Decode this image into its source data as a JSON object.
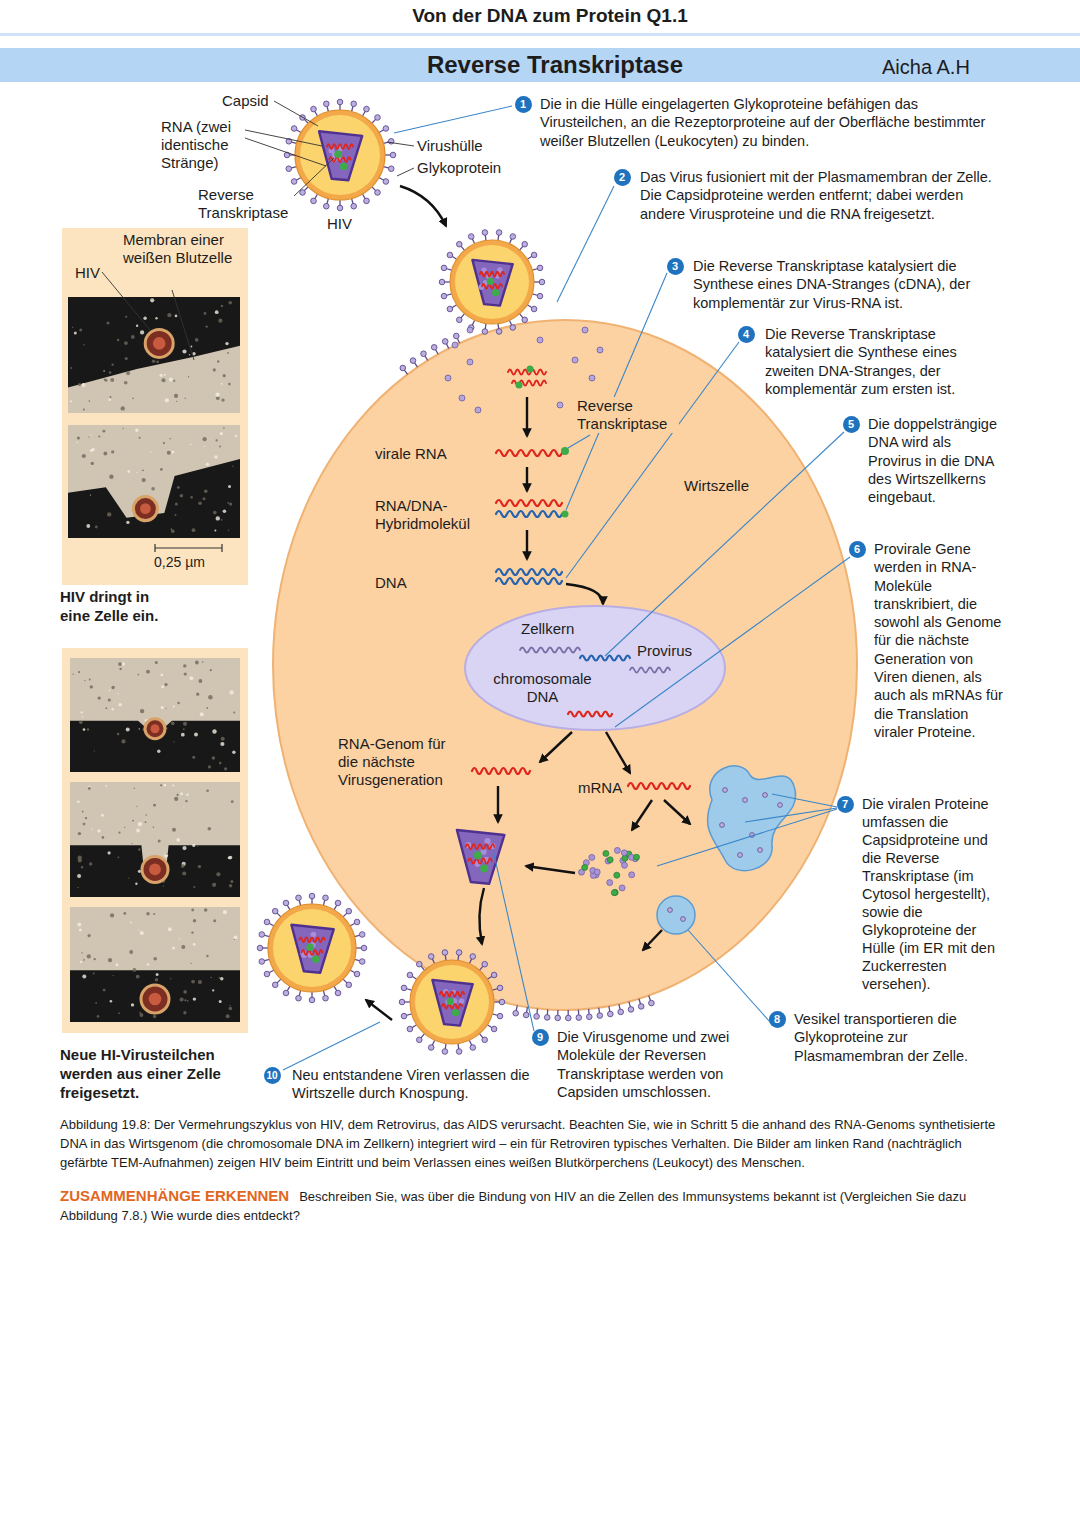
{
  "diagram": {
    "title": "Reverse Transkriptase",
    "caption": "Abbildung 19.8: Der Vermehrungszyklus von HIV, dem Retrovirus, das AIDS verursacht. Beachten Sie, wie in Schritt 5 die anhand des RNA-Genoms synthetisierte DNA in das Wirtsgenom (die chromosomale DNA im Zellkern) integriert wird – ein für Retroviren typisches Verhalten. Die Bilder am linken Rand (nachträglich gefärbte TEM-Aufnahmen) zeigen HIV beim Eintritt und beim Verlassen eines weißen Blutkörperchens (Leukocyt) des Menschen.",
    "nodes": [
      {
        "text": [
          "HIV",
          "Membran einer weißen Blutzelle",
          "0,25 µm",
          "HIV dringt in eine Zelle ein."
        ]
      },
      {
        "text": [
          "Wirtszelle"
        ]
      },
      {
        "text": [
          "Zellkern",
          "chromosomale DNA",
          "Provirus"
        ],
        "in": 1
      },
      {
        "text": [
          "Neue HI-Virusteilchen werden aus einer Zelle freigesetzt."
        ]
      }
    ],
    "labels": [
      "Von der DNA zum Protein Q1.1",
      "Aicha A.H",
      "Capsid",
      "RNA (zwei identische Stränge)",
      "Virushülle",
      "Glykoprotein",
      "Reverse Transkriptase",
      "HIV",
      "1",
      "Die in die Hülle eingelagerten Glykoproteine befähigen das Virusteilchen, an die Rezeptorproteine auf der Oberfläche bestimmter weißer Blutzellen (Leukocyten) zu binden.",
      "2",
      "Das Virus fusioniert mit der Plasmamembran der Zelle. Die Capsidproteine werden entfernt; dabei werden andere Virusproteine und die RNA freigesetzt.",
      "3",
      "Die Reverse Transkriptase katalysiert die Synthese eines DNA-Stranges (cDNA), der komplementär zur Virus-RNA ist.",
      "4",
      "Die Reverse Transkriptase katalysiert die Synthese eines zweiten DNA-Stranges, der komplementär zum ersten ist.",
      "5",
      "Die doppelsträngige DNA wird als Provirus in die DNA des Wirtszellkerns eingebaut.",
      "6",
      "Provirale Gene werden in RNA-Moleküle transkribiert, die sowohl als Genome für die nächste Generation von Viren dienen, als auch als mRNAs für die Translation viraler Proteine.",
      "7",
      "Die viralen Proteine umfassen die Capsidproteine und die Reverse Transkriptase (im Cytosol hergestellt), sowie die Glykoproteine der Hülle (im ER mit den Zuckerresten versehen).",
      "8",
      "Vesikel transportieren die Glykoproteine zur Plasmamembran der Zelle.",
      "9",
      "Die Virusgenome und zwei Moleküle der Reversen Transkriptase werden von Capsiden umschlossen.",
      "10",
      "Neu entstandene Viren verlassen die Wirtszelle durch Knospung.",
      "Reverse Transkriptase",
      "virale RNA",
      "RNA/DNA-Hybridmolekül",
      "DNA",
      "RNA-Genom für die nächste Virusgeneration",
      "mRNA",
      "ZUSAMMENHÄNGE ERKENNEN",
      "Beschreiben Sie, was über die Bindung von HIV an die Zellen des Immunsystems bekannt ist (Vergleichen Sie dazu Abbildung 7.8.) Wie wurde dies entdeckt?"
    ]
  }
}
